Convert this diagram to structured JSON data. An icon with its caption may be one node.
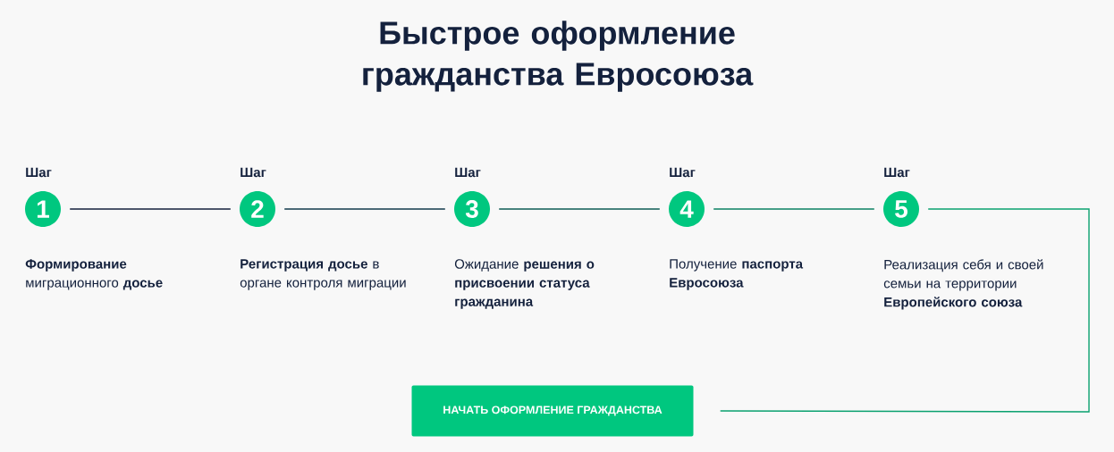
{
  "diagram": {
    "title": "Быстрое оформление гражданства Евросоюза",
    "nodes": [
      {
        "text": [
          "Шаг",
          "1"
        ],
        "beside": [
          "**Формирование** миграционного **досье**"
        ]
      },
      {
        "text": [
          "Шаг",
          "2"
        ],
        "beside": [
          "**Регистрация досье** в органе контроля миграции"
        ]
      },
      {
        "text": [
          "Шаг",
          "3"
        ],
        "beside": [
          "Ожидание **решения о присвоении статуса гражданина**"
        ]
      },
      {
        "text": [
          "Шаг",
          "4"
        ],
        "beside": [
          "Получение **паспорта Евросоюза**"
        ]
      },
      {
        "text": [
          "Шаг",
          "5"
        ],
        "beside": [
          "Реализация себя и своей семьи на территории **Европейского союза**"
        ]
      },
      {
        "text": [
          "НАЧАТЬ ОФОРМЛЕНИЕ ГРАЖДАНСТВА"
        ]
      }
    ],
    "edges": [
      {
        "from": 0,
        "to": 1,
        "arrow": "none",
        "color": "#14213d"
      },
      {
        "from": 1,
        "to": 2,
        "arrow": "none",
        "color": "#123a4c"
      },
      {
        "from": 2,
        "to": 3,
        "arrow": "none",
        "color": "#0e5c55"
      },
      {
        "from": 3,
        "to": 4,
        "arrow": "none",
        "color": "#0b8263"
      },
      {
        "from": 4,
        "to": 5,
        "arrow": "none",
        "color": "#0aa16f"
      }
    ]
  }
}
